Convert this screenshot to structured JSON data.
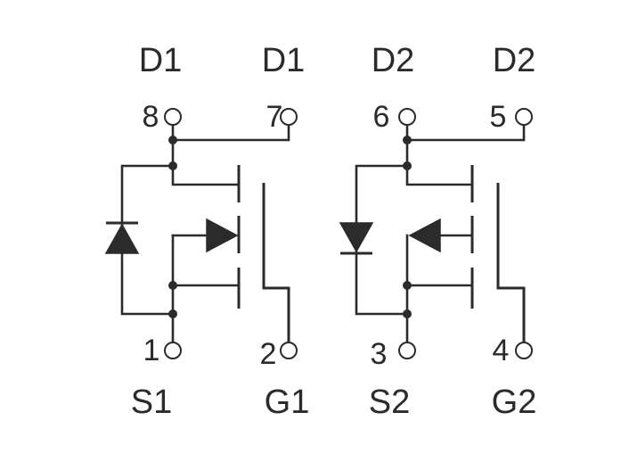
{
  "pins": {
    "p1": {
      "number": "1",
      "name": "S1"
    },
    "p2": {
      "number": "2",
      "name": "G1"
    },
    "p3": {
      "number": "3",
      "name": "S2"
    },
    "p4": {
      "number": "4",
      "name": "G2"
    },
    "p5": {
      "number": "5",
      "name": "D2"
    },
    "p6": {
      "number": "6",
      "name": "D2"
    },
    "p7": {
      "number": "7",
      "name": "D1"
    },
    "p8": {
      "number": "8",
      "name": "D1"
    }
  },
  "colors": {
    "ink": "#2b2b2b",
    "background": "#ffffff"
  }
}
